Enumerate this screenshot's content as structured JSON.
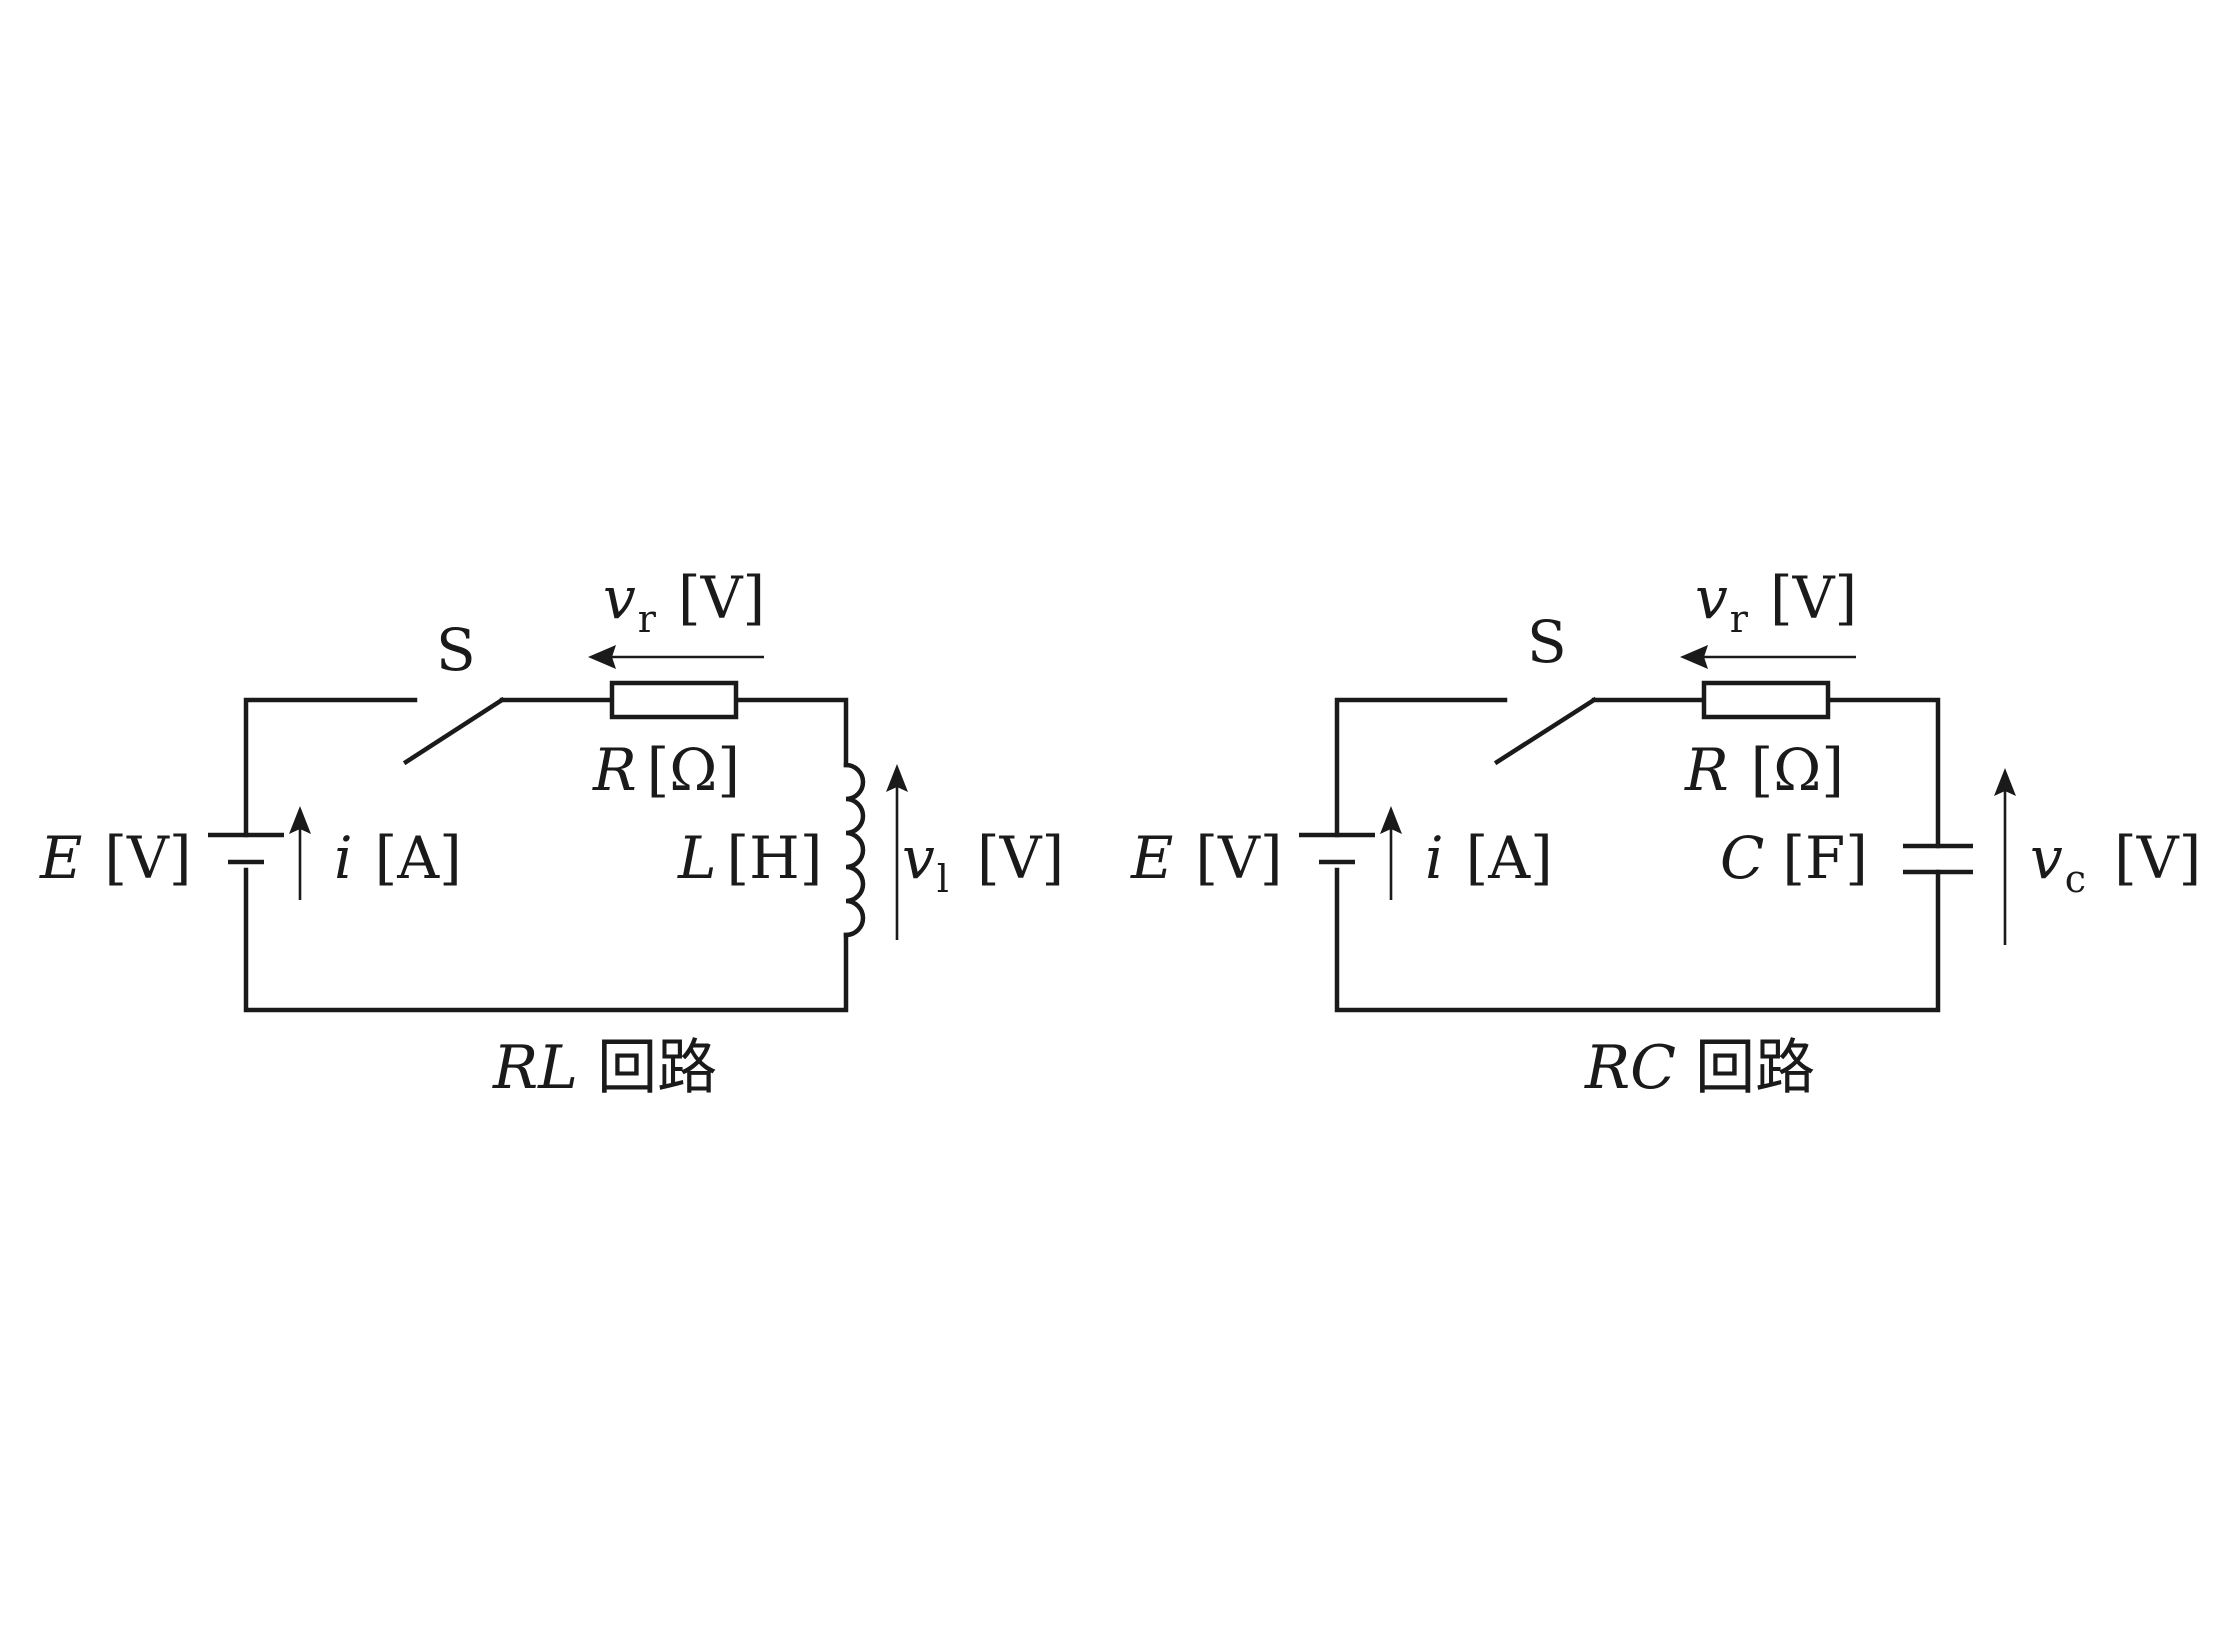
{
  "rl_circuit": {
    "caption_var": "RL",
    "caption_text": " 回路",
    "switch_label": "S",
    "source_var": "E",
    "source_unit": "[V]",
    "current_var": "i",
    "current_unit": "[A]",
    "resistor_var": "R",
    "resistor_unit": "[Ω]",
    "vr_var": "v",
    "vr_sub": "r",
    "vr_unit": "[V]",
    "inductor_var": "L",
    "inductor_unit": "[H]",
    "vl_var": "v",
    "vl_sub": "l",
    "vl_unit": "[V]"
  },
  "rc_circuit": {
    "caption_var": "RC",
    "caption_text": " 回路",
    "switch_label": "S",
    "source_var": "E",
    "source_unit": "[V]",
    "current_var": "i",
    "current_unit": "[A]",
    "resistor_var": "R",
    "resistor_unit": "[Ω]",
    "vr_var": "v",
    "vr_sub": "r",
    "vr_unit": "[V]",
    "capacitor_var": "C",
    "capacitor_unit": "[F]",
    "vc_var": "v",
    "vc_sub": "c",
    "vc_unit": "[V]"
  }
}
